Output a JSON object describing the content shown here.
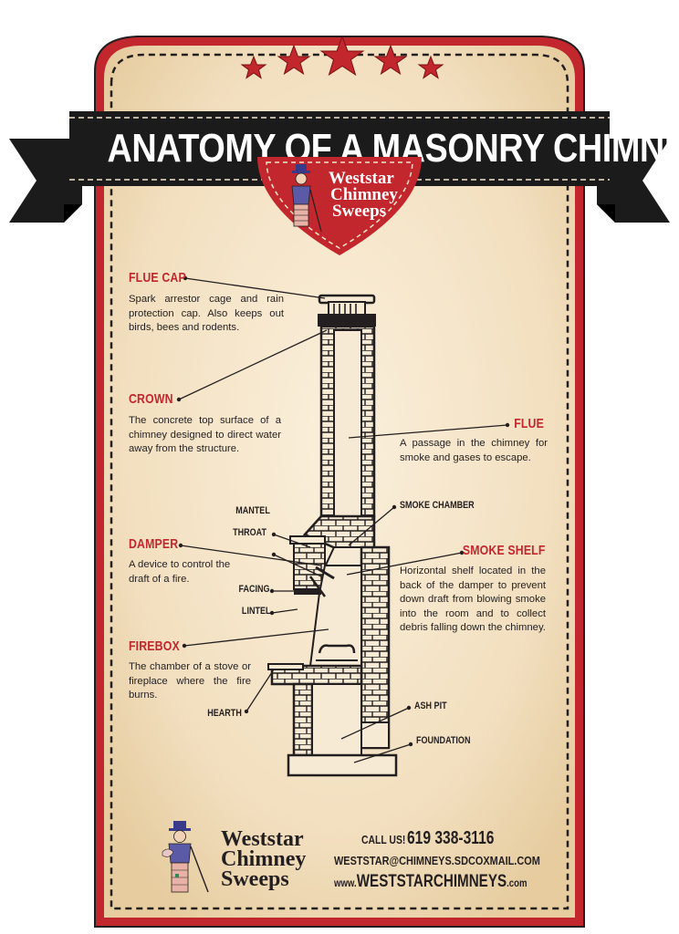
{
  "title": "ANATOMY OF A MASONRY CHIMNEY",
  "brand": {
    "line1": "Weststar",
    "line2": "Chimney",
    "line3": "Sweeps"
  },
  "parts": {
    "flue_cap": {
      "heading": "FLUE CAP",
      "description": "Spark arrestor cage and rain protection cap. Also keeps out birds, bees and rodents."
    },
    "crown": {
      "heading": "CROWN",
      "description": "The concrete top surface of a chimney designed to direct water away from the structure."
    },
    "flue": {
      "heading": "FLUE",
      "description": "A passage in the chimney for smoke and gases to escape."
    },
    "damper": {
      "heading": "DAMPER",
      "description": "A device to control the draft of a fire."
    },
    "smoke_shelf": {
      "heading": "SMOKE SHELF",
      "description": "Horizontal shelf located in the back of the damper to prevent down draft from blowing smoke into the room and to collect debris falling down the chimney."
    },
    "firebox": {
      "heading": "FIREBOX",
      "description": "The chamber of a stove or fireplace where the fire burns."
    }
  },
  "labels": {
    "mantel": "MANTEL",
    "throat": "THROAT",
    "facing": "FACING",
    "lintel": "LINTEL",
    "hearth": "HEARTH",
    "smoke_chamber": "SMOKE CHAMBER",
    "ash_pit": "ASH PIT",
    "foundation": "FOUNDATION"
  },
  "contact": {
    "call_label": "CALL US!",
    "phone": "619 338-3116",
    "email": "WESTSTAR@CHIMNEYS.SDCOXMAIL.COM",
    "website_prefix": "www.",
    "website_main": "WESTSTARCHIMNEYS",
    "website_suffix": ".com"
  },
  "colors": {
    "red": "#c1272d",
    "black": "#1b1b1b",
    "parchment": "#f5e6cc",
    "text": "#231f20"
  }
}
